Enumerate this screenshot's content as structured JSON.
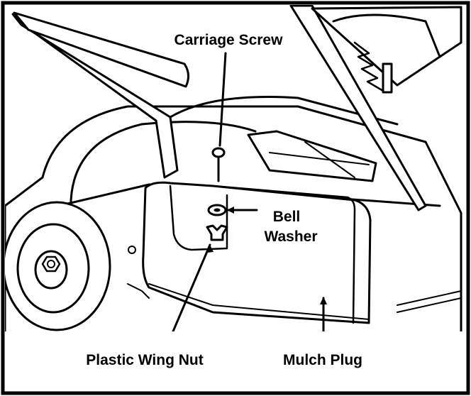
{
  "labels": {
    "carriage_screw": "Carriage Screw",
    "bell_washer_line1": "Bell",
    "bell_washer_line2": "Washer",
    "plastic_wing_nut": "Plastic Wing Nut",
    "mulch_plug": "Mulch Plug"
  },
  "colors": {
    "ink": "#000000",
    "paper": "#ffffff",
    "shade": "#d9d9d9"
  }
}
